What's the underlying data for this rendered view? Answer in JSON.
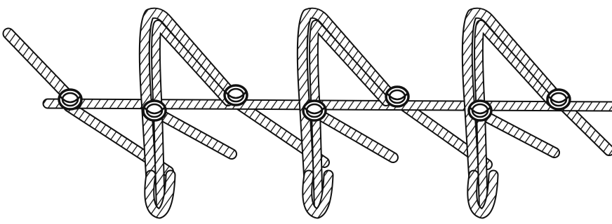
{
  "figure": {
    "kind": "rope-knot-illustration",
    "palette": {
      "ink": "#111111",
      "rope_fill": "#ffffff",
      "background": "#ffffff"
    },
    "loops": 3,
    "knots": 7
  }
}
